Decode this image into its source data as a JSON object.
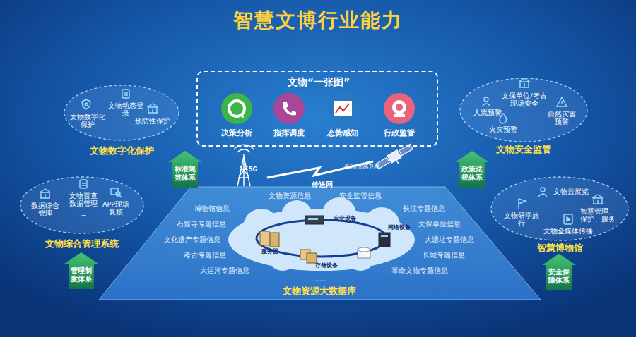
{
  "diagram": {
    "title": "智慧文博行业能力",
    "nodes": [
      {
        "text": [
          "文物“一张图”"
        ]
      },
      {
        "text": [
          "决策分析"
        ],
        "in": 0
      },
      {
        "text": [
          "指挥调度"
        ],
        "in": 0
      },
      {
        "text": [
          "态势感知"
        ],
        "in": 0
      },
      {
        "text": [
          "行政监管"
        ],
        "in": 0
      },
      {
        "text": [
          "文物数字化保护",
          "文物动态登录",
          "文物数字化保护",
          "预防性保护"
        ]
      },
      {
        "text": [
          "标准规范体系"
        ]
      },
      {
        "text": [
          "文物安全监管",
          "人流预警",
          "文保单位/考古现场安全",
          "自然灾害预警",
          "火灾预警"
        ]
      },
      {
        "text": [
          "政策法规体系"
        ]
      },
      {
        "text": [
          "文物综合管理系统",
          "数据综合管理",
          "文物普查数据管理_",
          "APP现场复核"
        ]
      },
      {
        "text": [
          "管理制度体系"
        ]
      },
      {
        "text": [
          "智慧博物馆",
          "文物云展览",
          "文物研学旅行",
          "智慧管理、保护、服务",
          "文物全媒体传播"
        ]
      },
      {
        "text": [
          "安全保障体系"
        ]
      },
      {
        "text": [
          "文物资源大数据库"
        ]
      }
    ],
    "labels": [
      "5G",
      "传送网",
      "低轨/遥感卫星",
      "文物资源信息",
      "安全监管信息",
      "博物馆信息",
      "长江专题信息",
      "石窟寺专题信息",
      "文保单位信息",
      "文化遗产专题信息",
      "大遗址专题信息",
      "考古专题信息",
      "长城专题信息",
      "大运河专题信息",
      "革命文物专题信息",
      "......",
      "安全设备",
      "网络设备",
      "服务器",
      "存储设备"
    ]
  }
}
